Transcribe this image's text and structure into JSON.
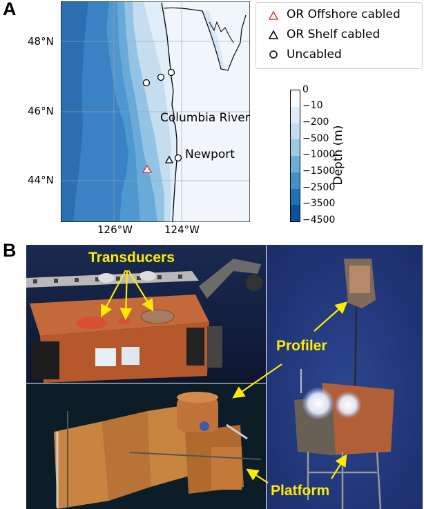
{
  "panel_a": {
    "label": "A",
    "lat_ticks": [
      "48°N",
      "46°N",
      "44°N"
    ],
    "lon_ticks": [
      "126°W",
      "124°W"
    ],
    "place_labels": {
      "columbia": "Columbia River",
      "newport": "Newport"
    },
    "legend": [
      {
        "label": "OR Offshore cabled",
        "marker": "triangle",
        "color": "#e53935"
      },
      {
        "label": "OR Shelf cabled",
        "marker": "triangle",
        "color": "#000000"
      },
      {
        "label": "Uncabled",
        "marker": "circle",
        "color": "#000000"
      }
    ],
    "colorbar": {
      "title": "Depth (m)",
      "ticks": [
        "0",
        "−10",
        "−200",
        "−500",
        "−1000",
        "−1500",
        "−2500",
        "−3500",
        "−4500"
      ],
      "colors": [
        "#f7fbff",
        "#deebf7",
        "#c6dbef",
        "#9ecae1",
        "#6baed6",
        "#4292c6",
        "#2171b5",
        "#08519c",
        "#08306b"
      ]
    }
  },
  "panel_b": {
    "label": "B",
    "annotations": {
      "transducers": "Transducers",
      "profiler": "Profiler",
      "platform": "Platform"
    },
    "annotation_color": "#ffeb00"
  }
}
